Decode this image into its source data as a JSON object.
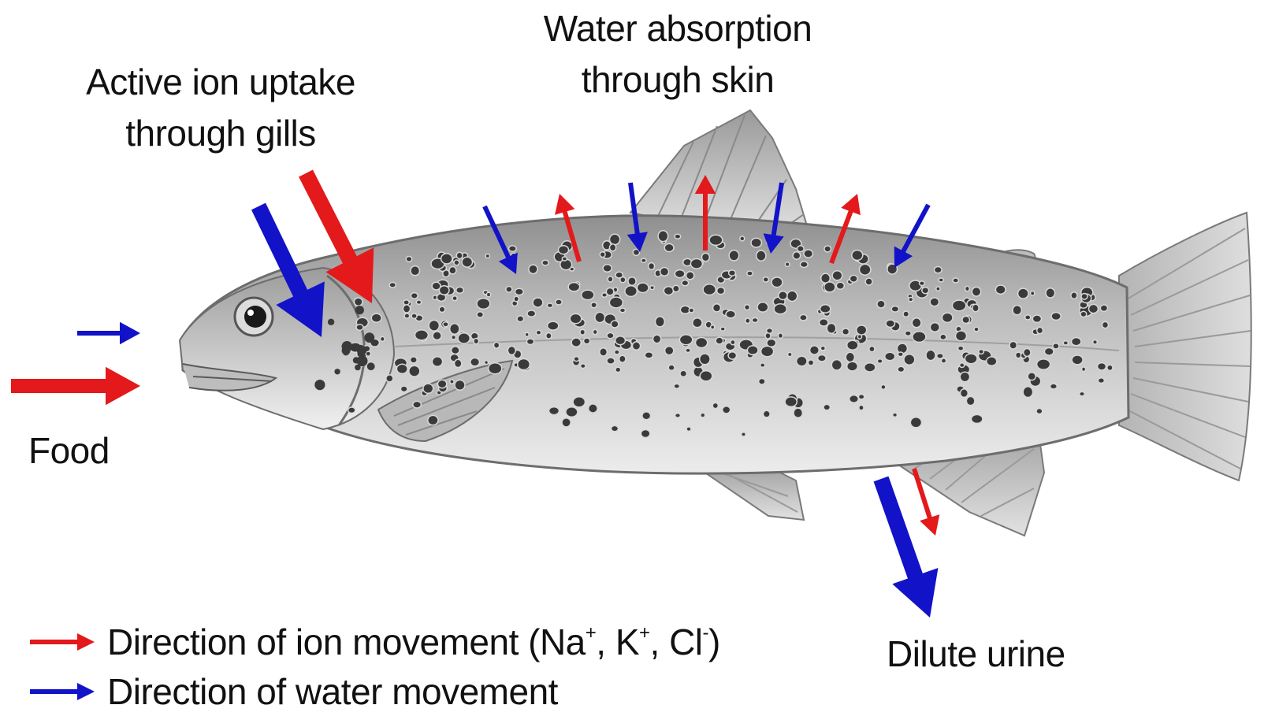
{
  "labels": {
    "gills_line1": "Active ion uptake",
    "gills_line2": "through gills",
    "skin_line1": "Water absorption",
    "skin_line2": "through skin",
    "food": "Food",
    "urine": "Dilute urine"
  },
  "legend": {
    "ion": {
      "prefix": "Direction of ion movement (Na",
      "sup1": "+",
      "mid1": ", K",
      "sup2": "+",
      "mid2": ", Cl",
      "sup3": "-",
      "suffix": ")"
    },
    "water": {
      "text": "Direction of water movement"
    }
  },
  "colors": {
    "ion_arrow": "#e3191c",
    "water_arrow": "#1212c8",
    "fish_body": "#c9c9c9",
    "fish_spots": "#3a3a3a"
  },
  "illustration": {
    "subject": "trout-fish",
    "style": "grayscale-drawing"
  }
}
